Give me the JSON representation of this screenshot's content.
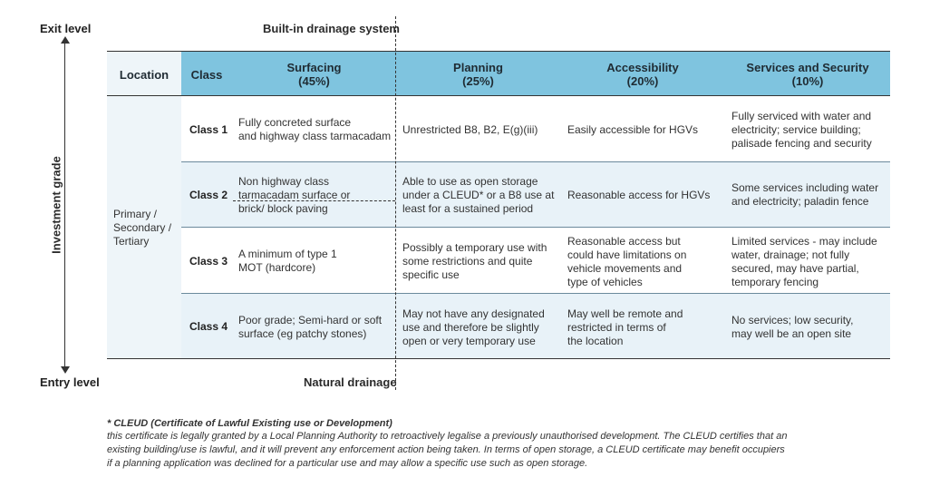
{
  "axis": {
    "top_label": "Exit level",
    "bottom_label": "Entry level",
    "vertical_label": "Investment grade"
  },
  "drainage": {
    "top_label": "Built-in drainage system",
    "bottom_label": "Natural drainage"
  },
  "table": {
    "headers": {
      "location": "Location",
      "class": "Class",
      "surfacing": "Surfacing",
      "surfacing_weight": "(45%)",
      "planning": "Planning",
      "planning_weight": "(25%)",
      "accessibility": "Accessibility",
      "accessibility_weight": "(20%)",
      "services": "Services and Security",
      "services_weight": "(10%)"
    },
    "location_lines": [
      "Primary /",
      "Secondary /",
      "Tertiary"
    ],
    "rows": [
      {
        "class": "Class 1",
        "surfacing": [
          "Fully concreted surface",
          "and highway class tarmacadam"
        ],
        "planning": [
          "Unrestricted B8, B2, E(g)(iii)"
        ],
        "accessibility": [
          "Easily accessible for HGVs"
        ],
        "services": [
          "Fully serviced with water and",
          "electricity; service building;",
          "palisade fencing and security"
        ]
      },
      {
        "class": "Class 2",
        "surfacing": [
          "Non highway class",
          "tarmacadam surface or",
          "brick/ block paving"
        ],
        "planning": [
          "Able to use as open storage",
          "under a CLEUD* or a B8 use at",
          "least for a sustained period"
        ],
        "accessibility": [
          "Reasonable access for HGVs"
        ],
        "services": [
          "Some services including water",
          "and electricity; paladin fence"
        ]
      },
      {
        "class": "Class 3",
        "surfacing": [
          "A minimum of type 1",
          "MOT (hardcore)"
        ],
        "planning": [
          "Possibly a temporary use with",
          "some restrictions and quite",
          "specific use"
        ],
        "accessibility": [
          "Reasonable access but",
          "could have limitations on",
          "vehicle movements and",
          "type of vehicles"
        ],
        "services": [
          "Limited services - may include",
          "water, drainage; not fully",
          "secured, may have partial,",
          "temporary fencing"
        ]
      },
      {
        "class": "Class 4",
        "surfacing": [
          "Poor grade; Semi-hard or soft",
          "surface (eg patchy stones)"
        ],
        "planning": [
          "May not have any designated",
          "use and therefore be slightly",
          "open or very temporary use"
        ],
        "accessibility": [
          "May well be remote and",
          "restricted in terms of",
          "the location"
        ],
        "services": [
          "No services; low security,",
          "may well be an open site"
        ]
      }
    ]
  },
  "footnote": {
    "title": "* CLEUD (Certificate of Lawful Existing use or Development)",
    "lines": [
      "this certificate is legally granted by a Local Planning Authority to retroactively legalise a previously unauthorised development. The CLEUD certifies that an",
      "existing building/use is lawful, and it will prevent any enforcement action being taken. In terms of open storage, a CLEUD certificate may benefit occupiers",
      "if a planning application was declined for a particular use and may allow a specific use such as open storage."
    ]
  }
}
